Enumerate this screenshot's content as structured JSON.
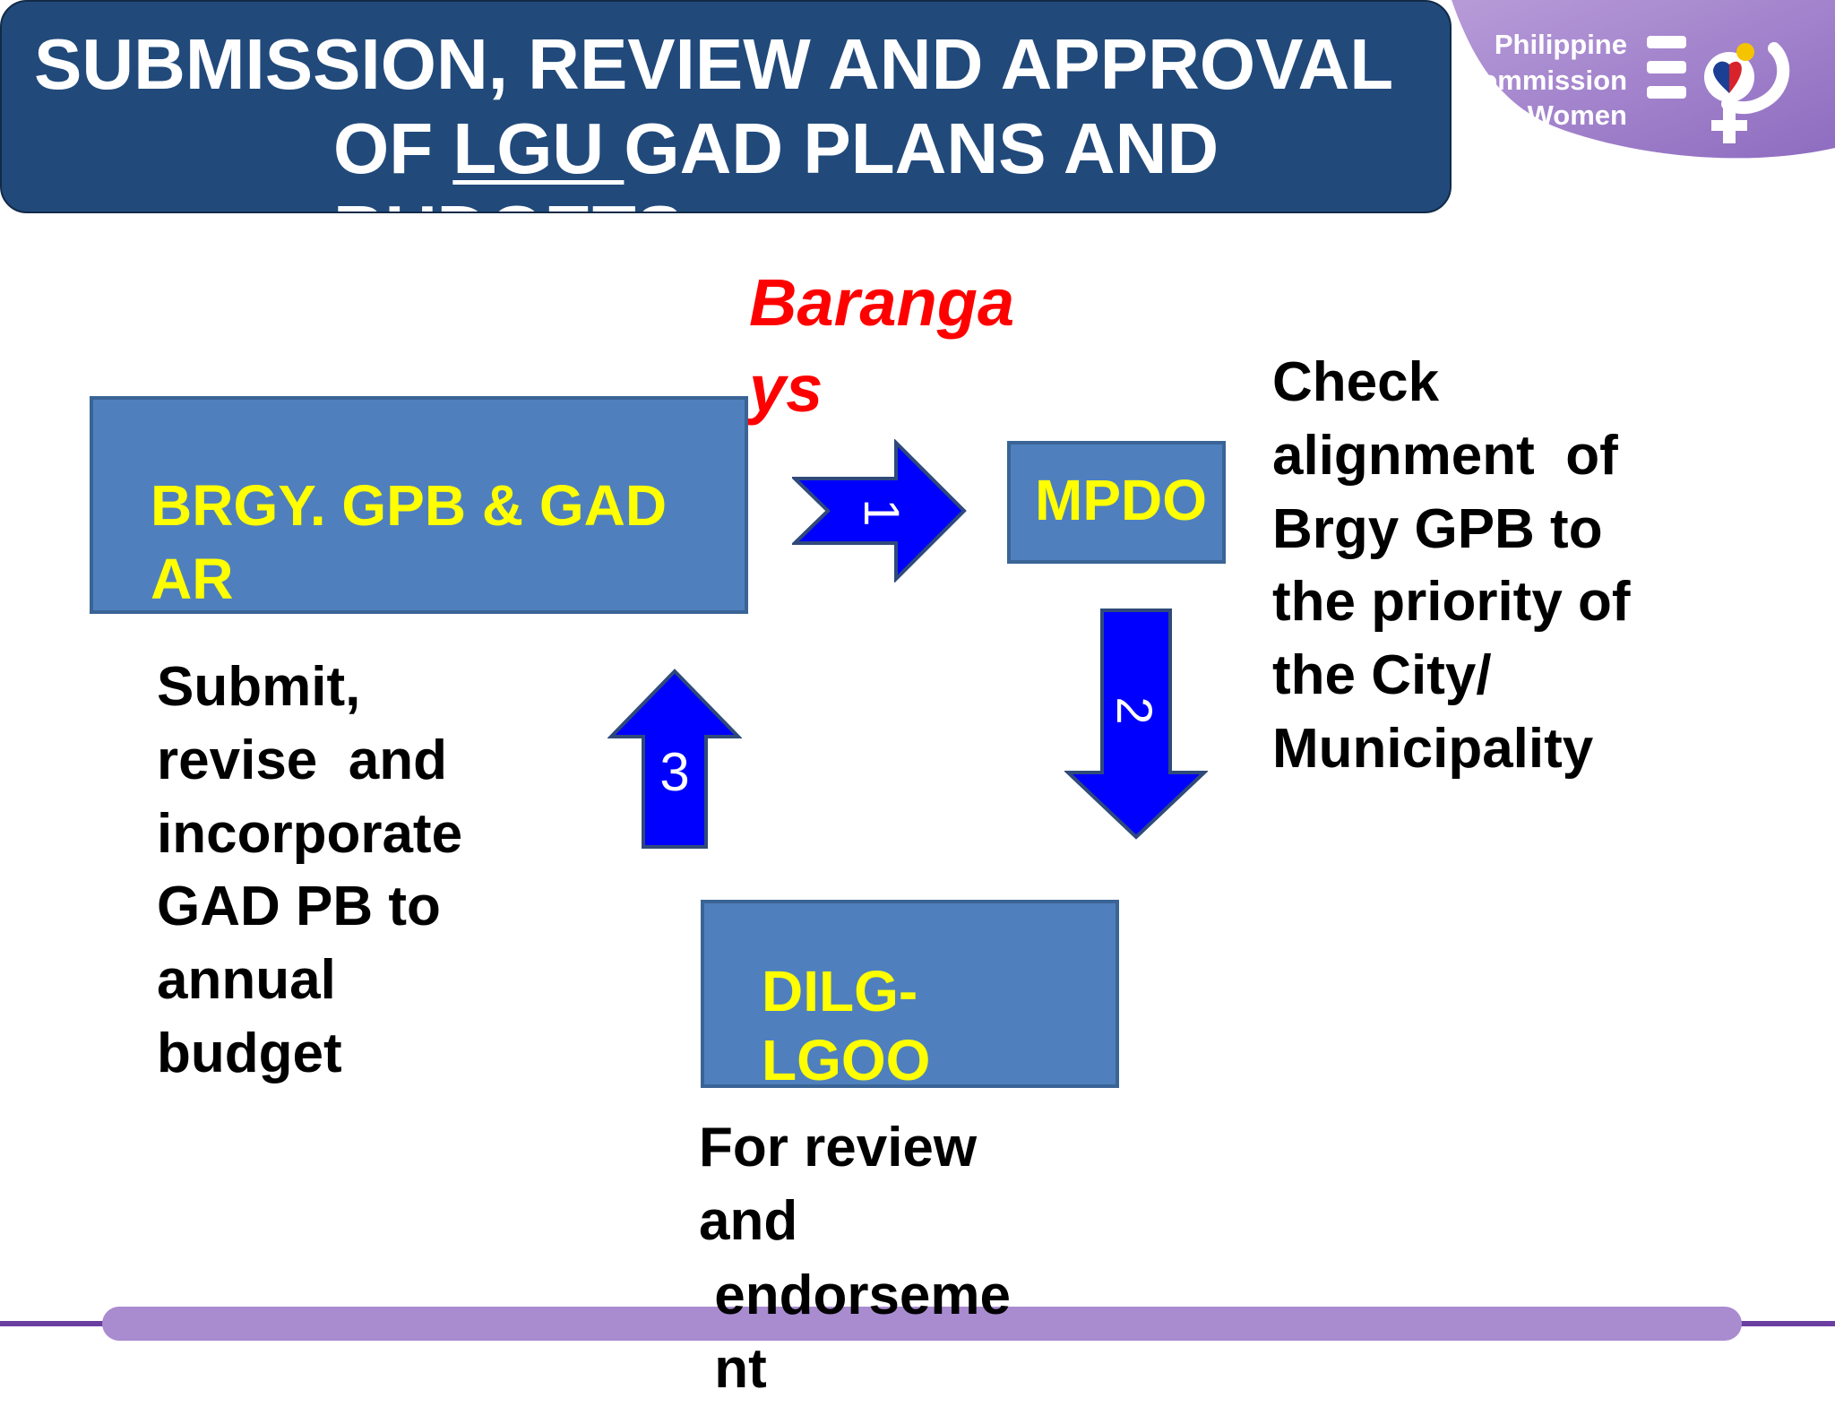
{
  "title": {
    "line1": "SUBMISSION, REVIEW AND APPROVAL",
    "line2_pre": "OF ",
    "line2_underlined": "LGU ",
    "line2_post": " GAD PLANS AND",
    "line3": "BUDGETS"
  },
  "logo": {
    "line1": "Philippine",
    "line2": "Commission",
    "line3": "on Women",
    "icon": "pcw-emblem-icon"
  },
  "flow": {
    "barangays_line1": "Baranga",
    "barangays_line2": "ys",
    "brgy_box_line1": "BRGY. GPB & GAD",
    "brgy_box_line2": "AR",
    "mpdo_box": "MPDO",
    "dilg_box_line1": "DILG-",
    "dilg_box_line2": "LGOO",
    "arrow1_label": "1",
    "arrow2_label": "2",
    "arrow3_label": "3",
    "check_lines": [
      "Check",
      "alignment  of",
      "Brgy GPB to",
      "the priority of",
      "the City/",
      "Municipality"
    ],
    "submit_lines": [
      "Submit,",
      "revise  and",
      "incorporate",
      "GAD PB to",
      "annual",
      "budget"
    ],
    "review_lines": [
      "For review",
      "and",
      " endorseme",
      " nt"
    ]
  },
  "colors": {
    "banner": "#214a7b",
    "box_fill": "#4f80bd",
    "box_text": "#ffff00",
    "arrow_fill": "#0000ff",
    "highlight_red": "#ff0000",
    "pcw_purple": "#9b7cc6"
  }
}
